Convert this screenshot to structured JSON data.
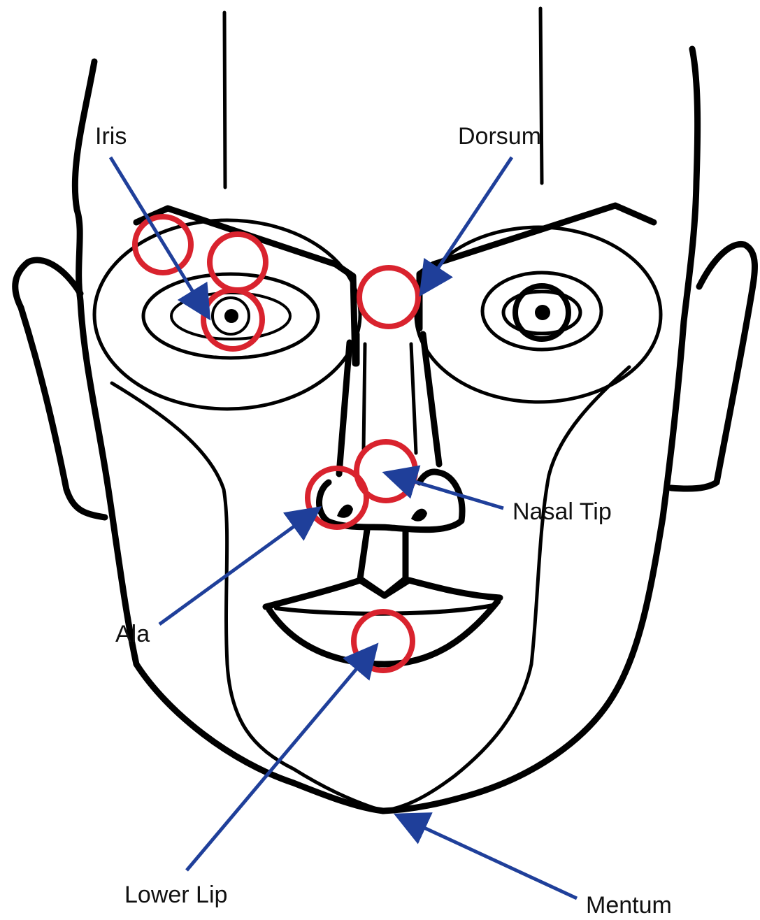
{
  "colors": {
    "outline": "#000000",
    "landmark_marker": "#d9232e",
    "arrow": "#1f3f9a",
    "label_text": "#111111"
  },
  "labels": {
    "iris": "Iris",
    "dorsum": "Dorsum",
    "nasal_tip": "Nasal Tip",
    "ala": "Ala",
    "lower_lip": "Lower Lip",
    "mentum": "Mentum"
  }
}
